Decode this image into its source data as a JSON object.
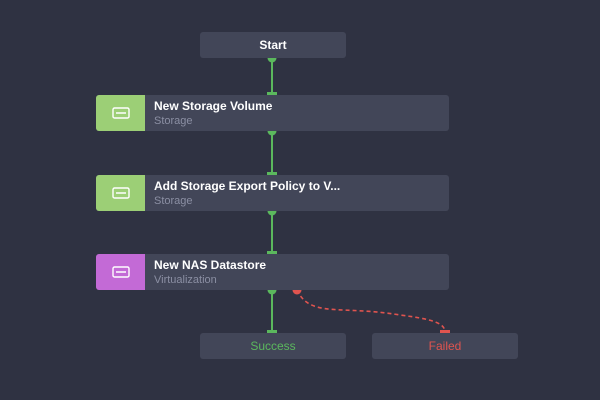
{
  "flow": {
    "start": {
      "label": "Start"
    },
    "tasks": [
      {
        "title": "New Storage Volume",
        "subtitle": "Storage",
        "icon": "storage-volume-icon",
        "accent": "#9ccf76"
      },
      {
        "title": "Add Storage Export Policy to V...",
        "subtitle": "Storage",
        "icon": "storage-volume-icon",
        "accent": "#9ccf76"
      },
      {
        "title": "New NAS Datastore",
        "subtitle": "Virtualization",
        "icon": "datastore-icon",
        "accent": "#c36ad6"
      }
    ],
    "outcomes": {
      "success": {
        "label": "Success",
        "color": "#5bb85d"
      },
      "failed": {
        "label": "Failed",
        "color": "#e0544f"
      }
    }
  },
  "colors": {
    "background": "#2f3242",
    "node": "#424658",
    "connector_success": "#5bb85d",
    "connector_failure": "#e0544f"
  }
}
